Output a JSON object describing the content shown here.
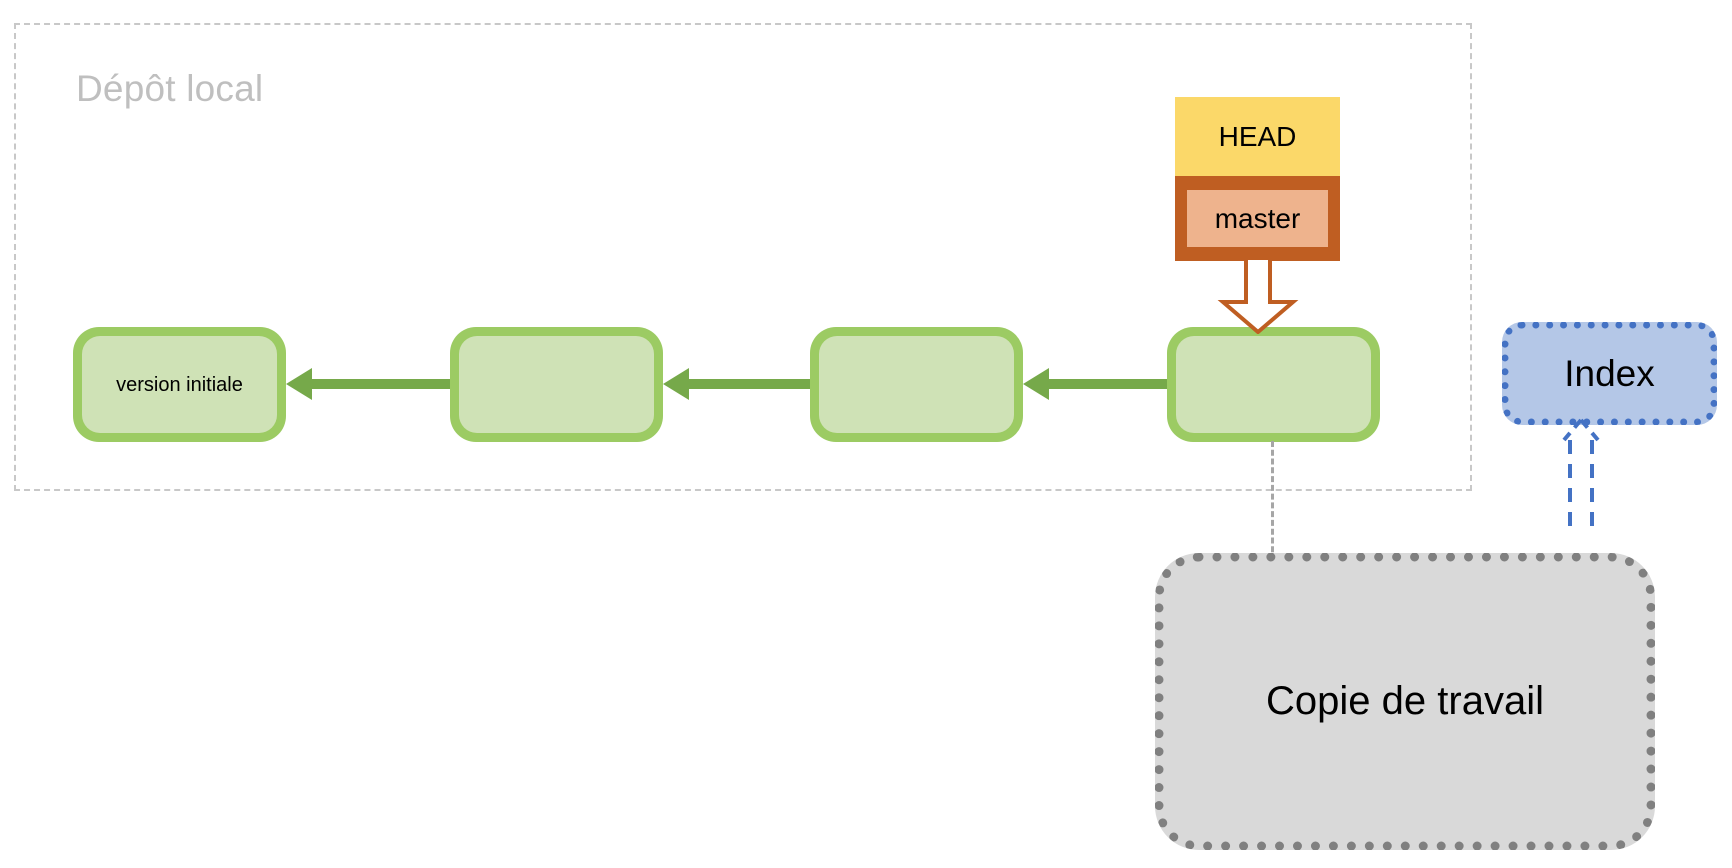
{
  "diagram": {
    "title": "Git local repository diagram",
    "repo_container": {
      "label": "Dépôt local"
    },
    "commits": [
      {
        "id": "commit-0",
        "label": "version initiale"
      },
      {
        "id": "commit-1",
        "label": ""
      },
      {
        "id": "commit-2",
        "label": ""
      },
      {
        "id": "commit-3",
        "label": ""
      }
    ],
    "refs": {
      "head_label": "HEAD",
      "branch_label": "master"
    },
    "index": {
      "label": "Index"
    },
    "worktree": {
      "label": "Copie de travail"
    },
    "colors": {
      "commit_border": "#9ccb63",
      "commit_fill": "#cfe2b6",
      "parent_arrow": "#76a94a",
      "head_fill": "#fbd869",
      "branch_outer": "#bf5e22",
      "branch_inner": "#eeb38d",
      "block_arrow_stroke": "#bf5e22",
      "index_fill": "#b4c7e7",
      "index_border": "#4472c4",
      "worktree_fill": "#d9d9d9",
      "worktree_border": "#808080",
      "container_border": "#c8c8c8",
      "container_title": "#bfbfbf",
      "connector_dash": "#a6a6a6"
    }
  }
}
